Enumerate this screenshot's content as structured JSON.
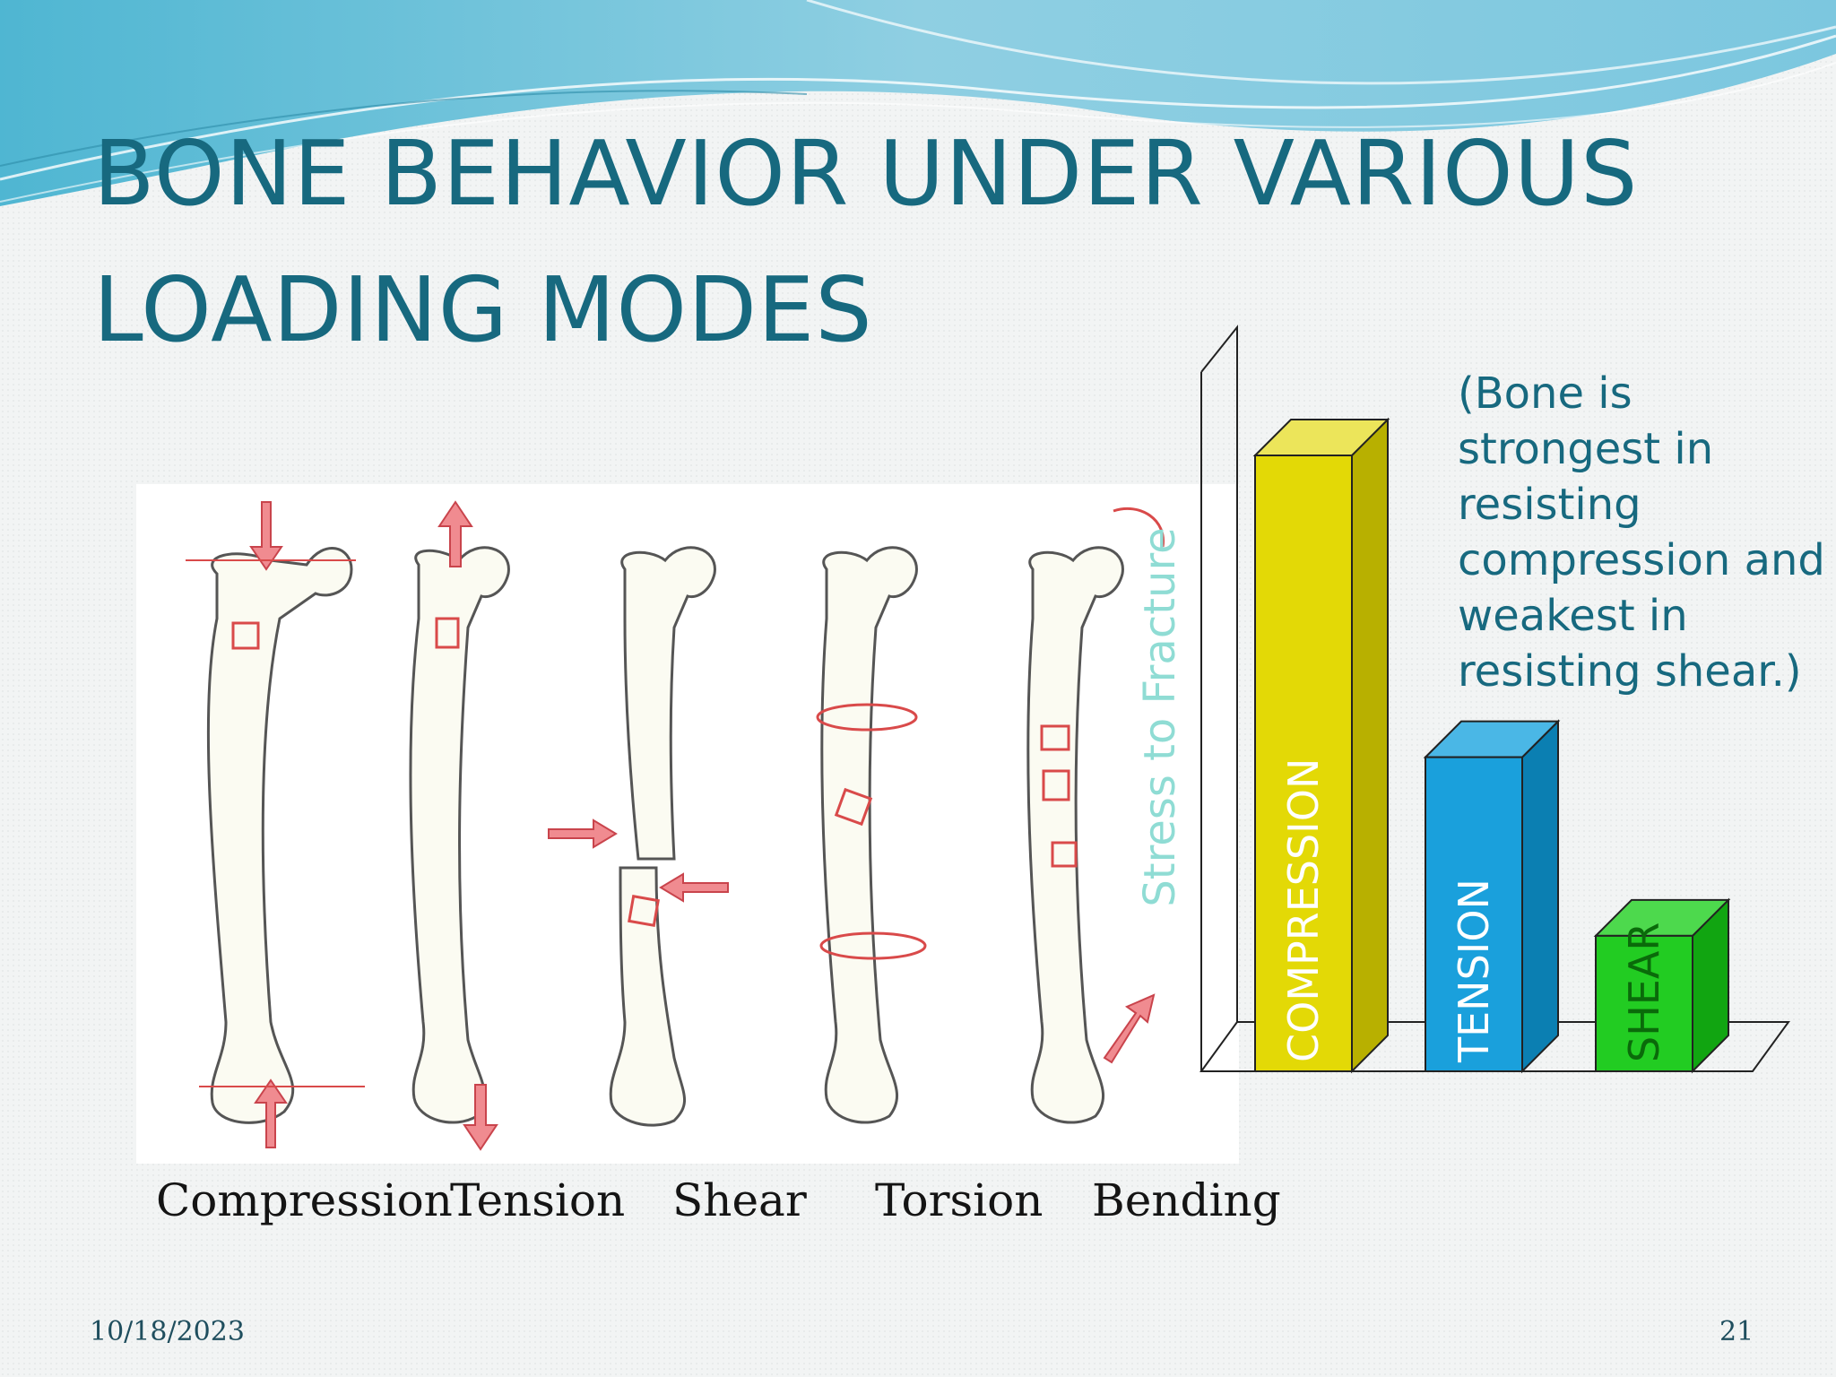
{
  "slide": {
    "title_line1": "BONE BEHAVIOR UNDER VARIOUS",
    "title_line2": "LOADING MODES",
    "note": "(Bone is strongest in resisting compression and weakest in resisting shear.)",
    "footer_date": "10/18/2023",
    "page_number": "21"
  },
  "bone_labels": [
    "Compression",
    "Tension",
    "Shear",
    "Torsion",
    "Bending"
  ],
  "colors": {
    "title": "#17697f",
    "arrow": "#e9747d",
    "compression_bar": "#e3d906",
    "tension_bar": "#1aa0dc",
    "shear_bar": "#22cc22",
    "axis_label": "#8fdcd4"
  },
  "chart_data": {
    "type": "bar",
    "title": "",
    "ylabel": "Stress to Fracture",
    "xlabel": "",
    "categories": [
      "COMPRESSION",
      "TENSION",
      "SHEAR"
    ],
    "values": [
      100,
      51,
      22
    ],
    "ylim": [
      0,
      123
    ],
    "value_scale": "relative (axis unlabeled)",
    "grid": false,
    "style": "3d"
  }
}
